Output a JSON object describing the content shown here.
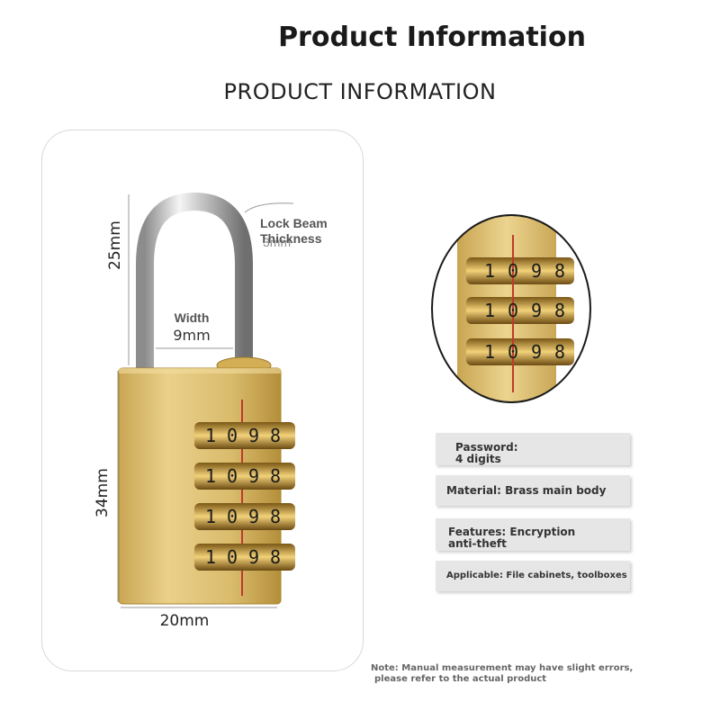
{
  "header": {
    "title": "Product Information",
    "subtitle": "PRODUCT INFORMATION"
  },
  "dimensions": {
    "shackle_height": "25mm",
    "body_height": "34mm",
    "body_width": "20mm",
    "inner_width_label": "Width",
    "inner_width_value": "9mm",
    "beam_label_line1": "Lock Beam",
    "beam_label_line2": "Thickness",
    "beam_value": "3mm"
  },
  "dial_digits": [
    "1",
    "0",
    "9",
    "8"
  ],
  "specs": {
    "password_line1": "Password:",
    "password_line2": "4 digits",
    "material": "Material: Brass main body",
    "features_line1": "Features: Encryption",
    "features_line2": "anti-theft",
    "applicable": "Applicable: File cabinets, toolboxes"
  },
  "note": {
    "line1": "Note: Manual measurement may have slight errors,",
    "line2": "please refer to the actual product"
  },
  "colors": {
    "brass": "#d8bb6a",
    "brass_dark": "#a8852e",
    "chrome": "#c9c9c9",
    "indicator": "#c0392b"
  }
}
